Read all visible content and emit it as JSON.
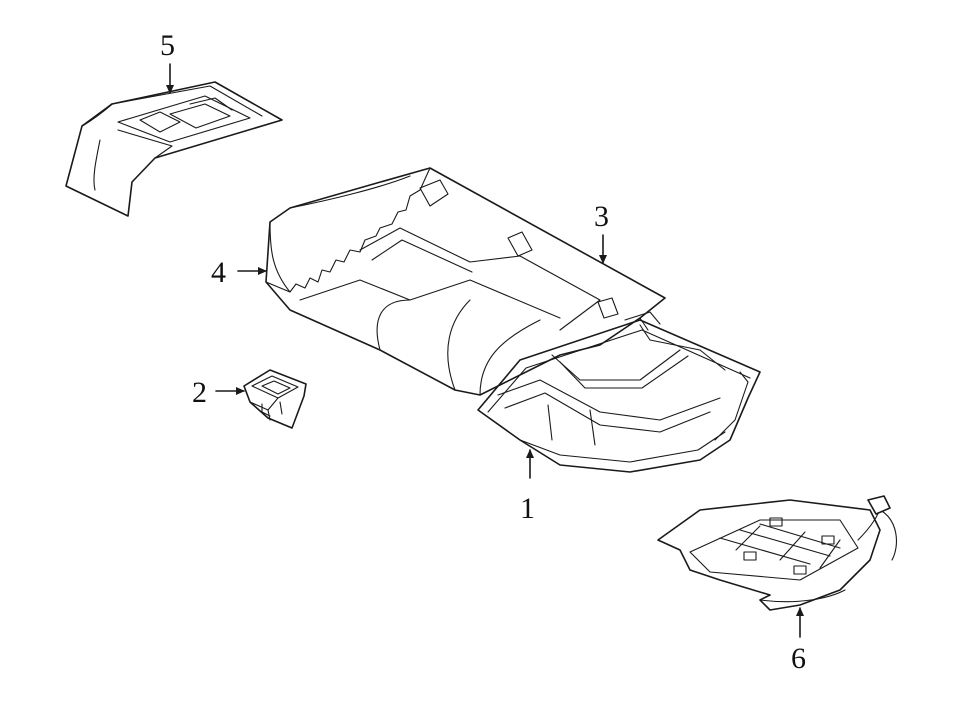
{
  "colors": {
    "highlight": "#9fd3ee",
    "line": "#1a1a1a",
    "background": "#ffffff"
  },
  "callouts": {
    "c1": "1",
    "c2": "2",
    "c3": "3",
    "c4": "4",
    "c5": "5",
    "c6": "6"
  }
}
